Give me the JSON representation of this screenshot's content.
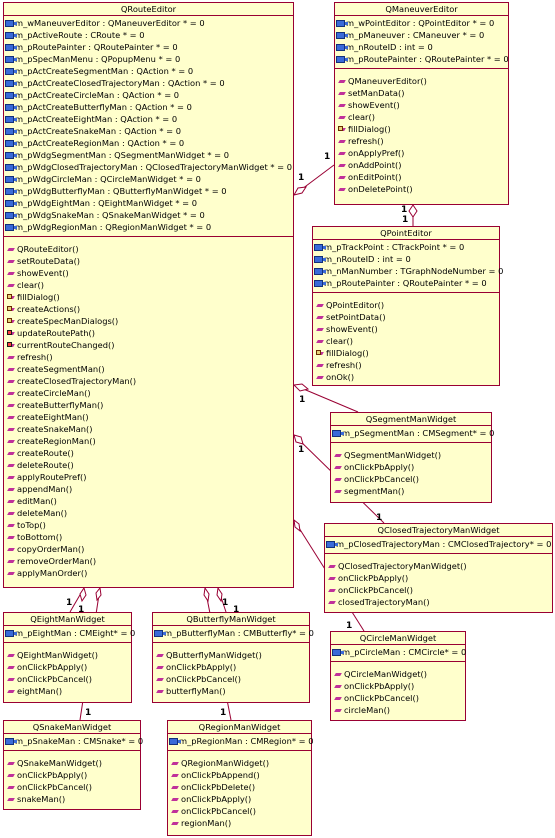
{
  "classes": {
    "route_editor": {
      "name": "QRouteEditor",
      "attributes": [
        "m_wManeuverEditor : QManeuverEditor * = 0",
        "m_pActiveRoute : CRoute * = 0",
        "m_pRoutePainter : QRoutePainter * = 0",
        "m_pSpecManMenu : QPopupMenu * = 0",
        "m_pActCreateSegmentMan : QAction * = 0",
        "m_pActCreateClosedTrajectoryMan : QAction * = 0",
        "m_pActCreateCircleMan : QAction * = 0",
        "m_pActCreateButterflyMan : QAction * = 0",
        "m_pActCreateEightMan : QAction * = 0",
        "m_pActCreateSnakeMan : QAction * = 0",
        "m_pActCreateRegionMan : QAction * = 0",
        "m_pWdgSegmentMan : QSegmentManWidget * = 0",
        "m_pWdgClosedTrajectoryMan : QClosedTrajectoryManWidget * = 0",
        "m_pWdgCircleMan : QCircleManWidget * = 0",
        "m_pWdgButterflyMan : QButterflyManWidget * = 0",
        "m_pWdgEightMan : QEightManWidget * = 0",
        "m_pWdgSnakeMan : QSnakeManWidget * = 0",
        "m_pWdgRegionMan : QRegionManWidget * = 0"
      ],
      "operations": [
        "QRouteEditor()",
        "setRouteData()",
        "showEvent()",
        "clear()",
        "fillDialog()",
        "createActions()",
        "createSpecManDialogs()",
        "updateRoutePath()",
        "currentRouteChanged()",
        "refresh()",
        "createSegmentMan()",
        "createClosedTrajectoryMan()",
        "createCircleMan()",
        "createButterflyMan()",
        "createEightMan()",
        "createSnakeMan()",
        "createRegionMan()",
        "createRoute()",
        "deleteRoute()",
        "applyRoutePref()",
        "appendMan()",
        "editMan()",
        "deleteMan()",
        "toTop()",
        "toBottom()",
        "copyOrderMan()",
        "removeOrderMan()",
        "applyManOrder()"
      ]
    },
    "maneuver_editor": {
      "name": "QManeuverEditor",
      "attributes": [
        "m_wPointEditor : QPointEditor * = 0",
        "m_pManeuver : CManeuver * = 0",
        "m_nRouteID : int = 0",
        "m_pRoutePainter : QRoutePainter * = 0"
      ],
      "operations": [
        "QManeuverEditor()",
        "setManData()",
        "showEvent()",
        "clear()",
        "fillDialog()",
        "refresh()",
        "onApplyPref()",
        "onAddPoint()",
        "onEditPoint()",
        "onDeletePoint()"
      ]
    },
    "point_editor": {
      "name": "QPointEditor",
      "attributes": [
        "m_pTrackPoint : CTrackPoint * = 0",
        "m_nRouteID : int = 0",
        "m_nManNumber : TGraphNodeNumber = 0",
        "m_pRoutePainter : QRoutePainter * = 0"
      ],
      "operations": [
        "QPointEditor()",
        "setPointData()",
        "showEvent()",
        "clear()",
        "fillDialog()",
        "refresh()",
        "onOk()"
      ]
    },
    "segment_widget": {
      "name": "QSegmentManWidget",
      "attributes": [
        "m_pSegmentMan : CMSegment* = 0"
      ],
      "operations": [
        "QSegmentManWidget()",
        "onClickPbApply()",
        "onClickPbCancel()",
        "segmentMan()"
      ]
    },
    "closed_widget": {
      "name": "QClosedTrajectoryManWidget",
      "attributes": [
        "m_pClosedTrajectoryMan : CMClosedTrajectory* = 0"
      ],
      "operations": [
        "QClosedTrajectoryManWidget()",
        "onClickPbApply()",
        "onClickPbCancel()",
        "closedTrajectoryMan()"
      ]
    },
    "circle_widget": {
      "name": "QCircleManWidget",
      "attributes": [
        "m_pCircleMan : CMCircle* = 0"
      ],
      "operations": [
        "QCircleManWidget()",
        "onClickPbApply()",
        "onClickPbCancel()",
        "circleMan()"
      ]
    },
    "eight_widget": {
      "name": "QEightManWidget",
      "attributes": [
        "m_pEightMan : CMEight* = 0"
      ],
      "operations": [
        "QEightManWidget()",
        "onClickPbApply()",
        "onClickPbCancel()",
        "eightMan()"
      ]
    },
    "butterfly_widget": {
      "name": "QButterflyManWidget",
      "attributes": [
        "m_pButterflyMan : CMButterfly* = 0"
      ],
      "operations": [
        "QButterflyManWidget()",
        "onClickPbApply()",
        "onClickPbCancel()",
        "butterflyMan()"
      ]
    },
    "snake_widget": {
      "name": "QSnakeManWidget",
      "attributes": [
        "m_pSnakeMan : CMSnake* = 0"
      ],
      "operations": [
        "QSnakeManWidget()",
        "onClickPbApply()",
        "onClickPbCancel()",
        "snakeMan()"
      ]
    },
    "region_widget": {
      "name": "QRegionManWidget",
      "attributes": [
        "m_pRegionMan : CMRegion* = 0"
      ],
      "operations": [
        "QRegionManWidget()",
        "onClickPbAppend()",
        "onClickPbDelete()",
        "onClickPbApply()",
        "onClickPbCancel()",
        "regionMan()"
      ]
    }
  },
  "multiplicities": {
    "route_to_maneuver_whole": "1",
    "route_to_maneuver_part": "1",
    "maneuver_to_point_whole": "1",
    "maneuver_to_point_part": "1",
    "route_to_segment_whole": "1",
    "route_to_segment_part": "1",
    "route_to_closed_whole": "1",
    "route_to_closed_part": "1",
    "route_to_circle_part": "1",
    "route_to_eight_whole": "1",
    "route_to_eight_part": "1",
    "route_to_butterfly_whole": "1",
    "route_to_butterfly_part": "1",
    "route_to_snake_part": "1",
    "route_to_region_part": "1"
  },
  "colors": {
    "class_fill": "#ffffcc",
    "class_border": "#990033",
    "association_line": "#990033",
    "attribute_icon": "#3a6ad8",
    "operation_icon": "#c0309a"
  }
}
